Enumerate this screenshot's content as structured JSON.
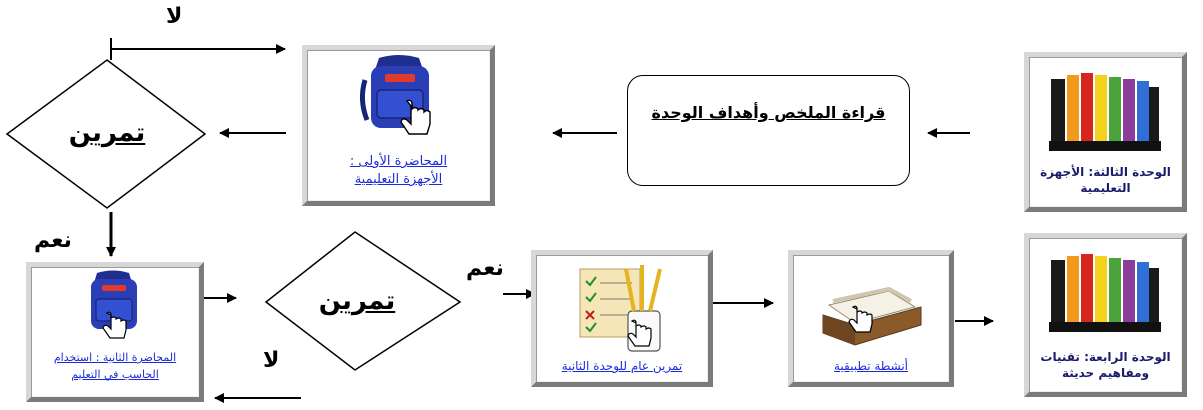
{
  "labels": {
    "no_top": "لا",
    "no_bottom": "لا",
    "yes_left": "نعم",
    "yes_mid": "نعم"
  },
  "diamonds": {
    "top": "تمرين",
    "bottom": "تمرين"
  },
  "summary_box": "قراءة الملخص وأهداف الوحدة",
  "nodes": {
    "lecture1": {
      "line1": "المحاضرة الأولى :",
      "line2": "الأجهزة التعليمية"
    },
    "lecture2": {
      "line1": "المحاضرة الثانية : استخدام",
      "line2": "الحاسب في التعليم"
    },
    "exercise": {
      "label": "تمرين عام للوحدة الثانية"
    },
    "activities": {
      "label": "أنشطة تطبيقية"
    },
    "unit3": {
      "line1": "الوحدة الثالثة: الأجهزة",
      "line2": "التعليمية"
    },
    "unit4": {
      "line1": "الوحدة الرابعة: تقنيات",
      "line2": "ومفاهيم حديثة"
    }
  },
  "icons": {
    "backpack": "backpack-icon",
    "pointer": "hand-pointer-icon",
    "folders": "file-sorter-icon",
    "checklist": "checklist-pencils-icon",
    "tray": "inbox-tray-icon"
  },
  "colors": {
    "link": "#1a2bd8",
    "backpack": "#2a3fb6",
    "folder_orange": "#f29a1e",
    "folder_red": "#d7261e",
    "folder_yellow": "#f3d21b",
    "folder_green": "#4aa43b",
    "folder_purple": "#8a3d9a",
    "folder_blue": "#2f6fd6"
  }
}
